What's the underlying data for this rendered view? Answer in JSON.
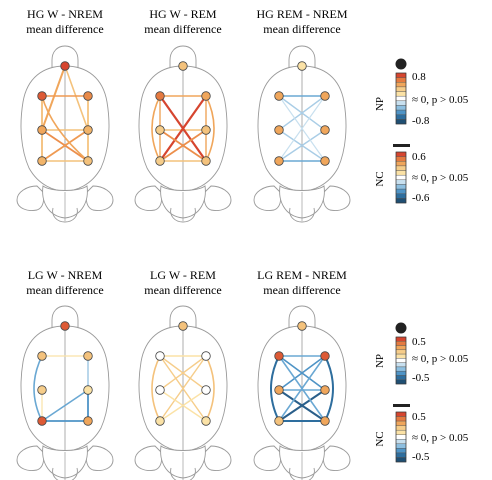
{
  "panels": [
    {
      "line1": "HG W - NREM",
      "line2": "mean difference",
      "node_fills": [
        "#d6452f",
        "#dd5a35",
        "#e98a48",
        "#f0a65b",
        "#f2b469",
        "#f2b469",
        "#f4c27c"
      ],
      "edges": [
        {
          "a": 0,
          "b": 3,
          "c": "#f0a65b",
          "w": 2
        },
        {
          "a": 0,
          "b": 4,
          "c": "#f4c27c",
          "w": 1.6
        },
        {
          "a": 1,
          "b": 2,
          "c": "#ef9a52",
          "w": 1.6
        },
        {
          "a": 1,
          "b": 5,
          "c": "#f0a65b",
          "w": 1.6
        },
        {
          "a": 2,
          "b": 6,
          "c": "#f4c27c",
          "w": 1.6
        },
        {
          "a": 3,
          "b": 4,
          "c": "#f4c27c",
          "w": 1.6
        },
        {
          "a": 3,
          "b": 6,
          "c": "#ec8f4c",
          "w": 1.8
        },
        {
          "a": 4,
          "b": 5,
          "c": "#ef9a52",
          "w": 1.8
        },
        {
          "a": 5,
          "b": 6,
          "c": "#f4c27c",
          "w": 1.6
        },
        {
          "a": 1,
          "b": 3,
          "c": "#f4c27c",
          "w": 1.4
        },
        {
          "a": 2,
          "b": 4,
          "c": "#f4c27c",
          "w": 1.4
        },
        {
          "a": 3,
          "b": 5,
          "c": "#f4c27c",
          "w": 1.4
        },
        {
          "a": 4,
          "b": 6,
          "c": "#f4c27c",
          "w": 1.4
        },
        {
          "a": 1,
          "b": 6,
          "c": "#f0a65b",
          "w": 1.6,
          "curve": -1
        }
      ]
    },
    {
      "line1": "HG W - REM",
      "line2": "mean difference",
      "node_fills": [
        "#f4c27c",
        "#e57a40",
        "#f0a65b",
        "#f6cd8a",
        "#f4c27c",
        "#f6cd8a",
        "#f4c27c"
      ],
      "edges": [
        {
          "a": 1,
          "b": 2,
          "c": "#f0a65b",
          "w": 1.6
        },
        {
          "a": 3,
          "b": 4,
          "c": "#f4c27c",
          "w": 1.6
        },
        {
          "a": 5,
          "b": 6,
          "c": "#f4c27c",
          "w": 1.6
        },
        {
          "a": 1,
          "b": 3,
          "c": "#f0a65b",
          "w": 1.4
        },
        {
          "a": 2,
          "b": 4,
          "c": "#f0a65b",
          "w": 1.4
        },
        {
          "a": 3,
          "b": 5,
          "c": "#f0a65b",
          "w": 1.4
        },
        {
          "a": 4,
          "b": 6,
          "c": "#f0a65b",
          "w": 1.4
        },
        {
          "a": 1,
          "b": 6,
          "c": "#d6452f",
          "w": 2.2
        },
        {
          "a": 2,
          "b": 5,
          "c": "#d6452f",
          "w": 2.2
        },
        {
          "a": 3,
          "b": 6,
          "c": "#ec8f4c",
          "w": 1.8
        },
        {
          "a": 4,
          "b": 5,
          "c": "#ec8f4c",
          "w": 1.8
        },
        {
          "a": 1,
          "b": 5,
          "c": "#f0a65b",
          "w": 1.6,
          "curve": -1
        },
        {
          "a": 2,
          "b": 6,
          "c": "#f0a65b",
          "w": 1.6,
          "curve": 1
        }
      ]
    },
    {
      "line1": "HG REM - NREM",
      "line2": "mean difference",
      "node_fills": [
        "#fbe2a6",
        "#f0a65b",
        "#f0a65b",
        "#f0a65b",
        "#f0a65b",
        "#f0a65b",
        "#f0a65b"
      ],
      "edges": [
        {
          "a": 1,
          "b": 2,
          "c": "#6aa8d3",
          "w": 1.4
        },
        {
          "a": 5,
          "b": 6,
          "c": "#6aa8d3",
          "w": 1.4
        },
        {
          "a": 1,
          "b": 4,
          "c": "#a9cde6",
          "w": 1.4
        },
        {
          "a": 2,
          "b": 3,
          "c": "#a9cde6",
          "w": 1.4
        },
        {
          "a": 3,
          "b": 6,
          "c": "#a9cde6",
          "w": 1.4
        },
        {
          "a": 4,
          "b": 5,
          "c": "#a9cde6",
          "w": 1.4
        },
        {
          "a": 1,
          "b": 6,
          "c": "#c8e0ef",
          "w": 1.2
        },
        {
          "a": 2,
          "b": 5,
          "c": "#c8e0ef",
          "w": 1.2
        }
      ]
    },
    {
      "line1": "LG W - NREM",
      "line2": "mean difference",
      "node_fills": [
        "#dd5a35",
        "#f4c27c",
        "#f4c27c",
        "#f6cd8a",
        "#fbe2a6",
        "#dd5a35",
        "#f0a65b"
      ],
      "edges": [
        {
          "a": 1,
          "b": 2,
          "c": "#fbe2a6",
          "w": 1.2
        },
        {
          "a": 5,
          "b": 6,
          "c": "#4f94c6",
          "w": 1.8
        },
        {
          "a": 2,
          "b": 4,
          "c": "#a9cde6",
          "w": 1.6
        },
        {
          "a": 4,
          "b": 6,
          "c": "#4f94c6",
          "w": 1.8
        },
        {
          "a": 3,
          "b": 5,
          "c": "#fbe2a6",
          "w": 1.2
        },
        {
          "a": 4,
          "b": 5,
          "c": "#6aa8d3",
          "w": 1.6
        },
        {
          "a": 1,
          "b": 5,
          "c": "#6aa8d3",
          "w": 1.6,
          "curve": -1
        }
      ]
    },
    {
      "line1": "LG W - REM",
      "line2": "mean difference",
      "node_fills": [
        "#f4c27c",
        "#ffffff",
        "#ffffff",
        "#ffffff",
        "#ffffff",
        "#fbe2a6",
        "#fbe2a6"
      ],
      "edges": [
        {
          "a": 1,
          "b": 2,
          "c": "#fbe2a6",
          "w": 1.4
        },
        {
          "a": 1,
          "b": 4,
          "c": "#f6cd8a",
          "w": 1.4
        },
        {
          "a": 2,
          "b": 3,
          "c": "#f6cd8a",
          "w": 1.4
        },
        {
          "a": 1,
          "b": 6,
          "c": "#f6cd8a",
          "w": 1.4
        },
        {
          "a": 2,
          "b": 5,
          "c": "#f6cd8a",
          "w": 1.4
        },
        {
          "a": 3,
          "b": 6,
          "c": "#fbe2a6",
          "w": 1.4
        },
        {
          "a": 4,
          "b": 5,
          "c": "#fbe2a6",
          "w": 1.4
        },
        {
          "a": 1,
          "b": 5,
          "c": "#f4c27c",
          "w": 1.6,
          "curve": -1
        },
        {
          "a": 2,
          "b": 6,
          "c": "#f4c27c",
          "w": 1.6,
          "curve": 1
        }
      ]
    },
    {
      "line1": "LG REM - NREM",
      "line2": "mean difference",
      "node_fills": [
        "#f4c27c",
        "#dd5a35",
        "#dd5a35",
        "#f0a65b",
        "#f0a65b",
        "#f4c27c",
        "#f0a65b"
      ],
      "edges": [
        {
          "a": 1,
          "b": 2,
          "c": "#6aa8d3",
          "w": 1.6
        },
        {
          "a": 3,
          "b": 4,
          "c": "#6aa8d3",
          "w": 1.4
        },
        {
          "a": 5,
          "b": 6,
          "c": "#2e6e9e",
          "w": 2
        },
        {
          "a": 1,
          "b": 4,
          "c": "#4f94c6",
          "w": 1.6
        },
        {
          "a": 2,
          "b": 3,
          "c": "#4f94c6",
          "w": 1.6
        },
        {
          "a": 3,
          "b": 6,
          "c": "#2a5f8a",
          "w": 2
        },
        {
          "a": 4,
          "b": 5,
          "c": "#2a5f8a",
          "w": 2
        },
        {
          "a": 1,
          "b": 6,
          "c": "#6aa8d3",
          "w": 1.6
        },
        {
          "a": 2,
          "b": 5,
          "c": "#6aa8d3",
          "w": 1.6
        },
        {
          "a": 1,
          "b": 5,
          "c": "#2e6e9e",
          "w": 2,
          "curve": -1
        },
        {
          "a": 2,
          "b": 6,
          "c": "#2e6e9e",
          "w": 2,
          "curve": 1
        }
      ]
    }
  ],
  "legends": [
    {
      "np_label": "NP",
      "np_max": "0.8",
      "np_mid": "≈ 0,  p > 0.05",
      "np_min": "-0.8",
      "nc_label": "NC",
      "nc_max": "0.6",
      "nc_mid": "≈ 0,  p > 0.05",
      "nc_min": "-0.6"
    },
    {
      "np_label": "NP",
      "np_max": "0.5",
      "np_mid": "≈ 0,  p > 0.05",
      "np_min": "-0.5",
      "nc_label": "NC",
      "nc_max": "0.5",
      "nc_mid": "≈ 0,  p > 0.05",
      "nc_min": "-0.5"
    }
  ],
  "colors": {
    "scale": [
      "#d6452f",
      "#e57a40",
      "#f0a65b",
      "#f6cd8a",
      "#fbe2a6",
      "#ffffff",
      "#c8e0ef",
      "#8dbfe0",
      "#4f94c6",
      "#2e6e9e",
      "#1f4f73"
    ],
    "brain_outline": "#9a9a9a",
    "node_stroke": "#444444"
  }
}
